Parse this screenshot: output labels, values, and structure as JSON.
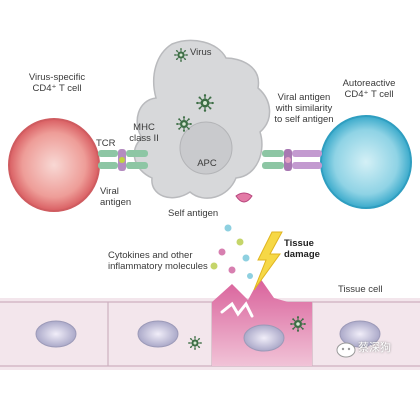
{
  "labels": {
    "virus_specific": "Virus-specific\nCD4⁺ T cell",
    "virus": "Virus",
    "mhc": "MHC\nclass II",
    "tcr": "TCR",
    "viral_antigen_left": "Viral\nantigen",
    "apc": "APC",
    "self_antigen": "Self antigen",
    "viral_antigen_similarity": "Viral antigen\nwith similarity\nto self antigen",
    "autoreactive": "Autoreactive\nCD4⁺ T cell",
    "cytokines": "Cytokines and other\ninflammatory molecules",
    "tissue_damage": "Tissue\ndamage",
    "tissue_cell": "Tissue cell",
    "watermark": "蔡深狗"
  },
  "colors": {
    "left_tcell": "#e6797a",
    "right_tcell": "#5cc1da",
    "apc": "#d7d8da",
    "tissue": "#f3e6ec",
    "damage": "#c2487f",
    "virus": "#3d6e45",
    "receptor_green": "#8dc6a4",
    "receptor_purple": "#a878b2",
    "lightning": "#f6d846"
  }
}
